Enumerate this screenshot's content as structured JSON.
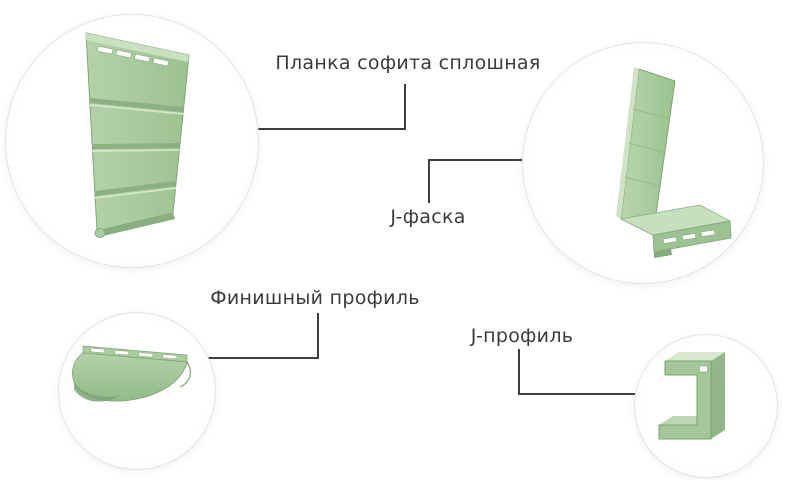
{
  "page": {
    "background": "#ffffff"
  },
  "diagram": {
    "items": [
      {
        "id": "soffit-panel",
        "label": "Планка софита сплошная",
        "image": "soffit-panel-solid-image"
      },
      {
        "id": "j-fascia",
        "label": "J-фаска",
        "image": "j-fascia-profile-image"
      },
      {
        "id": "finish-profile",
        "label": "Финишный профиль",
        "image": "finish-profile-image"
      },
      {
        "id": "j-profile",
        "label": "J-профиль",
        "image": "j-channel-profile-image"
      }
    ],
    "colors": {
      "profile_green": "#a6c89e",
      "profile_green_light": "#cfe4c6",
      "profile_green_dark": "#8db285",
      "connector_line": "#3f3f3f",
      "label_text": "#3b3b3b",
      "circle_border": "#e4e4e4"
    }
  }
}
